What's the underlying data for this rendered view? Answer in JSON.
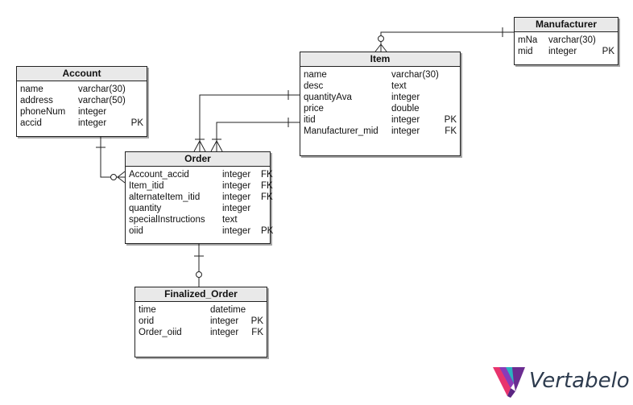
{
  "tables": {
    "account": {
      "title": "Account",
      "columns": [
        {
          "name": "name",
          "type": "varchar(30)",
          "key": ""
        },
        {
          "name": "address",
          "type": "varchar(50)",
          "key": ""
        },
        {
          "name": "phoneNum",
          "type": "integer",
          "key": ""
        },
        {
          "name": "accid",
          "type": "integer",
          "key": "PK"
        }
      ]
    },
    "item": {
      "title": "Item",
      "columns": [
        {
          "name": "name",
          "type": "varchar(30)",
          "key": ""
        },
        {
          "name": "desc",
          "type": "text",
          "key": ""
        },
        {
          "name": "quantityAva",
          "type": "integer",
          "key": ""
        },
        {
          "name": "price",
          "type": "double",
          "key": ""
        },
        {
          "name": "itid",
          "type": "integer",
          "key": "PK"
        },
        {
          "name": "Manufacturer_mid",
          "type": "integer",
          "key": "FK"
        }
      ]
    },
    "manufacturer": {
      "title": "Manufacturer",
      "columns": [
        {
          "name": "mNa",
          "type": "varchar(30)",
          "key": ""
        },
        {
          "name": "mid",
          "type": "integer",
          "key": "PK"
        }
      ]
    },
    "order": {
      "title": "Order",
      "columns": [
        {
          "name": "Account_accid",
          "type": "integer",
          "key": "FK"
        },
        {
          "name": "Item_itid",
          "type": "integer",
          "key": "FK"
        },
        {
          "name": "alternateItem_itid",
          "type": "integer",
          "key": "FK"
        },
        {
          "name": "quantity",
          "type": "integer",
          "key": ""
        },
        {
          "name": "specialInstructions",
          "type": "text",
          "key": ""
        },
        {
          "name": "oiid",
          "type": "integer",
          "key": "PK"
        }
      ]
    },
    "finalized_order": {
      "title": "Finalized_Order",
      "columns": [
        {
          "name": "time",
          "type": "datetime",
          "key": ""
        },
        {
          "name": "orid",
          "type": "integer",
          "key": "PK"
        },
        {
          "name": "Order_oiid",
          "type": "integer",
          "key": "FK"
        }
      ]
    }
  },
  "brand": {
    "name": "Vertabelo",
    "logo_colors": [
      "#e8336d",
      "#8a3ab9",
      "#2bb3c0",
      "#6b2c91"
    ]
  },
  "colors": {
    "header_bg": "#e9e9e9",
    "border": "#222222",
    "connector": "#222222",
    "wordmark": "#2d3b4e"
  }
}
